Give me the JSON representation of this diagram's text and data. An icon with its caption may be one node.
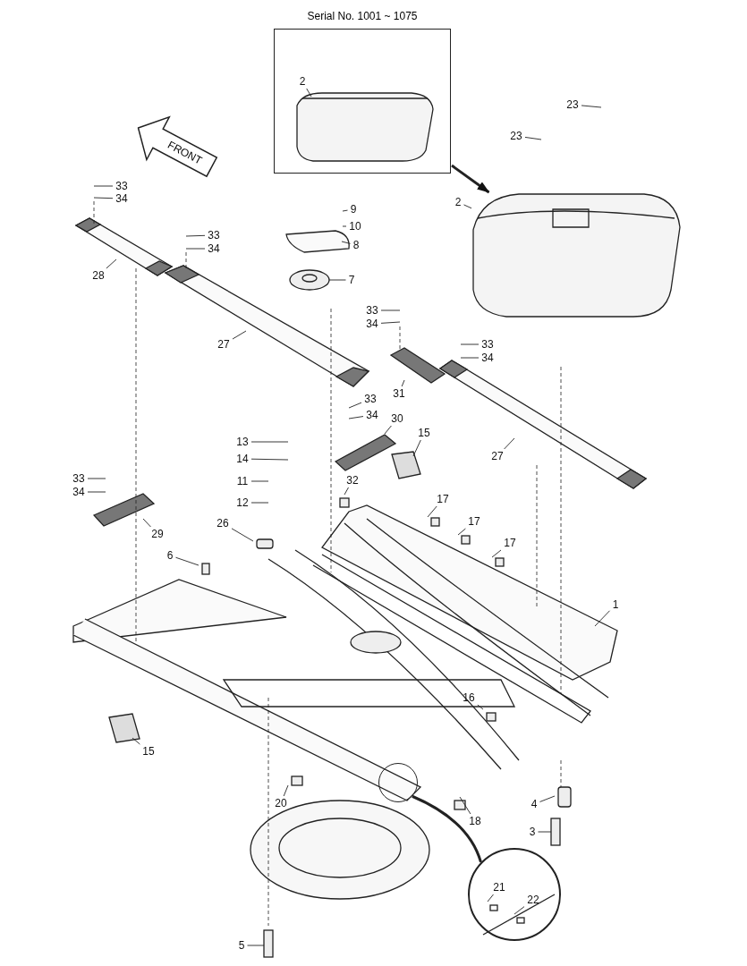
{
  "diagram": {
    "nodes": [
      {
        "text": [
          "Serial No. 1001 ~ 1075"
        ]
      },
      {
        "text": [
          "2"
        ],
        "in": 0
      },
      {
        "text": [
          "FRONT"
        ]
      },
      {
        "text": [
          "23"
        ]
      },
      {
        "text": [
          "23"
        ]
      },
      {
        "text": [
          "2"
        ]
      },
      {
        "text": [
          "33"
        ]
      },
      {
        "text": [
          "34"
        ]
      },
      {
        "text": [
          "9"
        ]
      },
      {
        "text": [
          "10"
        ]
      },
      {
        "text": [
          "33"
        ]
      },
      {
        "text": [
          "34"
        ]
      },
      {
        "text": [
          "8"
        ]
      },
      {
        "text": [
          "28"
        ]
      },
      {
        "text": [
          "7"
        ]
      },
      {
        "text": [
          "33"
        ]
      },
      {
        "text": [
          "34"
        ]
      },
      {
        "text": [
          "27"
        ]
      },
      {
        "text": [
          "33"
        ]
      },
      {
        "text": [
          "34"
        ]
      },
      {
        "text": [
          "31"
        ]
      },
      {
        "text": [
          "33"
        ]
      },
      {
        "text": [
          "34"
        ]
      },
      {
        "text": [
          "30"
        ]
      },
      {
        "text": [
          "15"
        ]
      },
      {
        "text": [
          "13"
        ]
      },
      {
        "text": [
          "27"
        ]
      },
      {
        "text": [
          "14"
        ]
      },
      {
        "text": [
          "33"
        ]
      },
      {
        "text": [
          "11"
        ]
      },
      {
        "text": [
          "32"
        ]
      },
      {
        "text": [
          "34"
        ]
      },
      {
        "text": [
          "17"
        ]
      },
      {
        "text": [
          "12"
        ]
      },
      {
        "text": [
          "17"
        ]
      },
      {
        "text": [
          "26"
        ]
      },
      {
        "text": [
          "29"
        ]
      },
      {
        "text": [
          "17"
        ]
      },
      {
        "text": [
          "6"
        ]
      },
      {
        "text": [
          "1"
        ]
      },
      {
        "text": [
          "16"
        ]
      },
      {
        "text": [
          "15"
        ]
      },
      {
        "text": [],
        "shape": "circle"
      },
      {
        "text": [
          "20"
        ]
      },
      {
        "text": [
          "4"
        ]
      },
      {
        "text": [
          "18"
        ]
      },
      {
        "text": [
          "3"
        ]
      },
      {
        "text": [],
        "shape": "circle"
      },
      {
        "text": [
          "21"
        ],
        "in": 47
      },
      {
        "text": [
          "22"
        ],
        "in": 47
      },
      {
        "text": [
          "5"
        ]
      },
      {
        "text": [],
        "shape": "picture"
      }
    ],
    "edges": [
      {
        "from": 1,
        "to": null,
        "arrow": "none"
      },
      {
        "from": 3,
        "to": null,
        "arrow": "none"
      },
      {
        "from": 4,
        "to": null,
        "arrow": "none"
      },
      {
        "from": 5,
        "to": 51,
        "arrow": "none"
      },
      {
        "from": 6,
        "to": null,
        "arrow": "none"
      },
      {
        "from": 7,
        "to": null,
        "arrow": "none"
      },
      {
        "from": 8,
        "to": null,
        "arrow": "none"
      },
      {
        "from": 9,
        "to": null,
        "arrow": "none"
      },
      {
        "from": 10,
        "to": null,
        "arrow": "none"
      },
      {
        "from": 11,
        "to": null,
        "arrow": "none"
      },
      {
        "from": 12,
        "to": null,
        "arrow": "none"
      },
      {
        "from": 13,
        "to": null,
        "arrow": "none"
      },
      {
        "from": 14,
        "to": null,
        "arrow": "none"
      },
      {
        "from": 15,
        "to": null,
        "arrow": "none"
      },
      {
        "from": 16,
        "to": null,
        "arrow": "none"
      },
      {
        "from": 17,
        "to": null,
        "arrow": "none"
      },
      {
        "from": 18,
        "to": null,
        "arrow": "none"
      },
      {
        "from": 19,
        "to": null,
        "arrow": "none"
      },
      {
        "from": 20,
        "to": null,
        "arrow": "none"
      },
      {
        "from": 21,
        "to": null,
        "arrow": "none"
      },
      {
        "from": 22,
        "to": null,
        "arrow": "none"
      },
      {
        "from": 23,
        "to": null,
        "arrow": "none"
      },
      {
        "from": 24,
        "to": null,
        "arrow": "none"
      },
      {
        "from": 25,
        "to": null,
        "arrow": "none"
      },
      {
        "from": 26,
        "to": null,
        "arrow": "none"
      },
      {
        "from": 27,
        "to": null,
        "arrow": "none"
      },
      {
        "from": 28,
        "to": null,
        "arrow": "none"
      },
      {
        "from": 29,
        "to": null,
        "arrow": "none"
      },
      {
        "from": 30,
        "to": null,
        "arrow": "none"
      },
      {
        "from": 31,
        "to": null,
        "arrow": "none"
      },
      {
        "from": 32,
        "to": null,
        "arrow": "none"
      },
      {
        "from": 33,
        "to": null,
        "arrow": "none"
      },
      {
        "from": 34,
        "to": null,
        "arrow": "none"
      },
      {
        "from": 35,
        "to": null,
        "arrow": "none"
      },
      {
        "from": 36,
        "to": null,
        "arrow": "none"
      },
      {
        "from": 37,
        "to": null,
        "arrow": "none"
      },
      {
        "from": 38,
        "to": null,
        "arrow": "none"
      },
      {
        "from": 39,
        "to": null,
        "arrow": "none"
      },
      {
        "from": 40,
        "to": null,
        "arrow": "none"
      },
      {
        "from": 41,
        "to": null,
        "arrow": "none"
      },
      {
        "from": 43,
        "to": null,
        "arrow": "none"
      },
      {
        "from": 44,
        "to": null,
        "arrow": "none"
      },
      {
        "from": 45,
        "to": null,
        "arrow": "none"
      },
      {
        "from": 46,
        "to": null,
        "arrow": "none"
      },
      {
        "from": 48,
        "to": null,
        "arrow": "none"
      },
      {
        "from": 49,
        "to": null,
        "arrow": "none"
      },
      {
        "from": 50,
        "to": null,
        "arrow": "none"
      },
      {
        "from": 0,
        "to": 51,
        "arrow": "to",
        "style": "thick"
      },
      {
        "from": 42,
        "to": 47,
        "arrow": "none",
        "style": "thick"
      }
    ]
  }
}
